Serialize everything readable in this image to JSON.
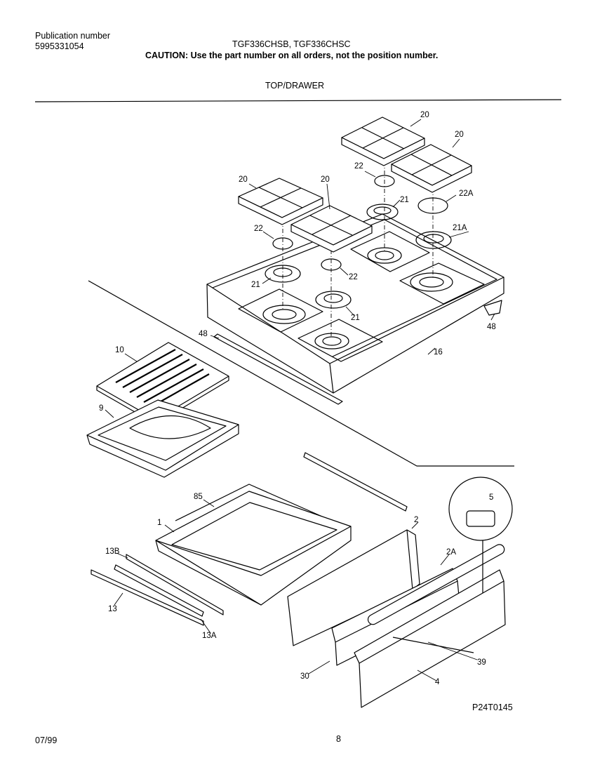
{
  "header": {
    "pub_label": "Publication number",
    "pub_number": "5995331054",
    "models": "TGF336CHSB, TGF336CHSC",
    "caution": "CAUTION:  Use the part number on all orders, not the position number."
  },
  "section_title": "TOP/DRAWER",
  "callouts": {
    "grate_a": "20",
    "grate_b": "20",
    "grate_c": "20",
    "grate_d": "20",
    "cap_a": "22",
    "cap_b": "22",
    "cap_c": "22",
    "cap_d": "22A",
    "head_a": "21",
    "head_b": "21",
    "head_c": "21",
    "head_d": "21A",
    "trim_left": "48",
    "trim_right": "48",
    "cooktop": "16",
    "broiler_grid": "10",
    "broiler_pan": "9",
    "insulation": "85",
    "drawer_body": "1",
    "drawer_front": "2",
    "front_panel": "2A",
    "knob": "5",
    "rail_13b": "13B",
    "rail_13": "13",
    "rail_13a": "13A",
    "handle": "39",
    "screw": "30",
    "panel": "4"
  },
  "diagram_id": "P24T0145",
  "footer": {
    "date": "07/99",
    "page": "8"
  }
}
